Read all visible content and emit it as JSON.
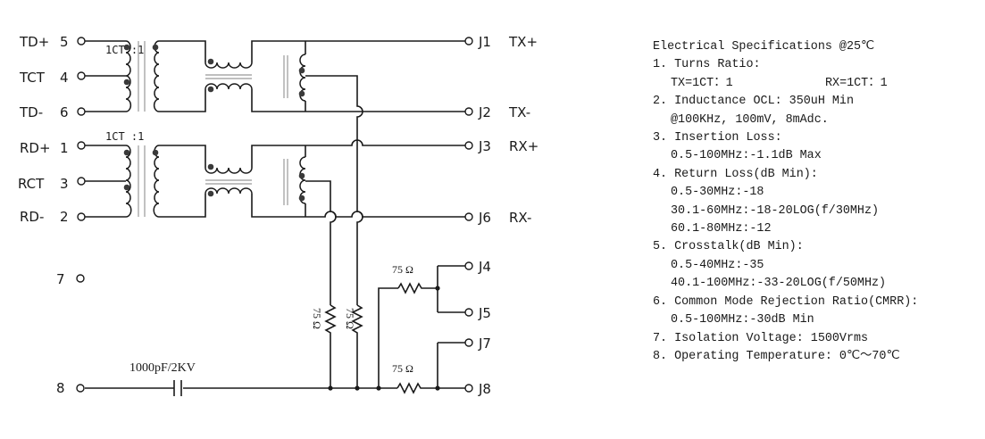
{
  "schematic": {
    "ratio_labels": [
      "1CT :1",
      "1CT :1"
    ],
    "left_pins": [
      {
        "name": "TD+",
        "num": "5"
      },
      {
        "name": "TCT",
        "num": "4"
      },
      {
        "name": "TD-",
        "num": "6"
      },
      {
        "name": "RD+",
        "num": "1"
      },
      {
        "name": "RCT",
        "num": "3"
      },
      {
        "name": "RD-",
        "num": "2"
      },
      {
        "name": "",
        "num": "7"
      },
      {
        "name": "",
        "num": "8"
      }
    ],
    "right_pins": [
      {
        "id": "J1",
        "signal": "TX+"
      },
      {
        "id": "J2",
        "signal": "TX-"
      },
      {
        "id": "J3",
        "signal": "RX+"
      },
      {
        "id": "J6",
        "signal": "RX-"
      },
      {
        "id": "J4",
        "signal": ""
      },
      {
        "id": "J5",
        "signal": ""
      },
      {
        "id": "J7",
        "signal": ""
      },
      {
        "id": "J8",
        "signal": ""
      }
    ],
    "resistor_labels": [
      "75 Ω",
      "75 Ω",
      "75 Ω",
      "75 Ω"
    ],
    "capacitor_label": "1000pF/2KV"
  },
  "specs": {
    "title": "Electrical Specifications @25℃",
    "items": [
      {
        "heading": "1. Turns Ratio:",
        "lines": []
      },
      {
        "heading": "2. Inductance OCL: 350uH Min",
        "lines": [
          "@100KHz, 100mV, 8mAdc."
        ]
      },
      {
        "heading": "3. Insertion Loss:",
        "lines": [
          "0.5-100MHz:-1.1dB Max"
        ]
      },
      {
        "heading": "4. Return Loss(dB Min):",
        "lines": [
          "0.5-30MHz:-18",
          "30.1-60MHz:-18-20LOG(f/30MHz)",
          "60.1-80MHz:-12"
        ]
      },
      {
        "heading": "5. Crosstalk(dB Min):",
        "lines": [
          "0.5-40MHz:-35",
          "40.1-100MHz:-33-20LOG(f/50MHz)"
        ]
      },
      {
        "heading": "6. Common Mode Rejection Ratio(CMRR):",
        "lines": [
          "0.5-100MHz:-30dB Min"
        ]
      },
      {
        "heading": "7. Isolation Voltage: 1500Vrms",
        "lines": []
      },
      {
        "heading": "8. Operating Temperature: 0℃～70℃",
        "lines": []
      }
    ],
    "turns_ratio": {
      "tx": "TX=1CT：1",
      "rx": "RX=1CT：1"
    }
  }
}
